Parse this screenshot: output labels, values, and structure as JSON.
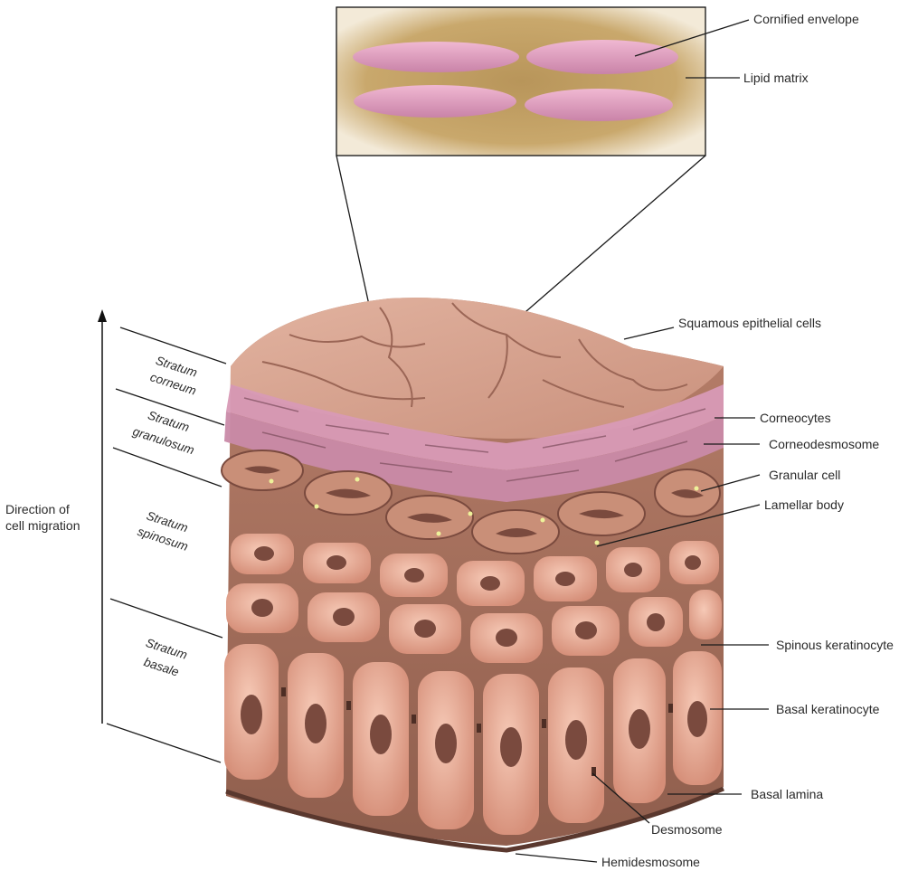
{
  "inset_labels": {
    "cornified_envelope": "Cornified envelope",
    "lipid_matrix": "Lipid matrix"
  },
  "layers": {
    "corneum": [
      "Stratum",
      "corneum"
    ],
    "granulosum": [
      "Stratum",
      "granulosum"
    ],
    "spinosum": [
      "Stratum",
      "spinosum"
    ],
    "basale": [
      "Stratum",
      "basale"
    ]
  },
  "migration": [
    "Direction of",
    "cell migration"
  ],
  "callouts": {
    "squamous": "Squamous epithelial cells",
    "corneocytes": "Corneocytes",
    "corneodesmosome": "Corneodesmosome",
    "granular_cell": "Granular cell",
    "lamellar_body": "Lamellar body",
    "spinous": "Spinous keratinocyte",
    "basal_keratinocyte": "Basal keratinocyte",
    "basal_lamina": "Basal lamina",
    "desmosome": "Desmosome",
    "hemidesmosome": "Hemidesmosome"
  },
  "colors": {
    "corneum_top": "#d9a694",
    "corneocyte_pink": "#d99ab8",
    "cell_body": "#e4a58f",
    "cell_shadow": "#8a5a4a",
    "nucleus": "#7a4a3e",
    "lipid": "#c7a56a"
  }
}
